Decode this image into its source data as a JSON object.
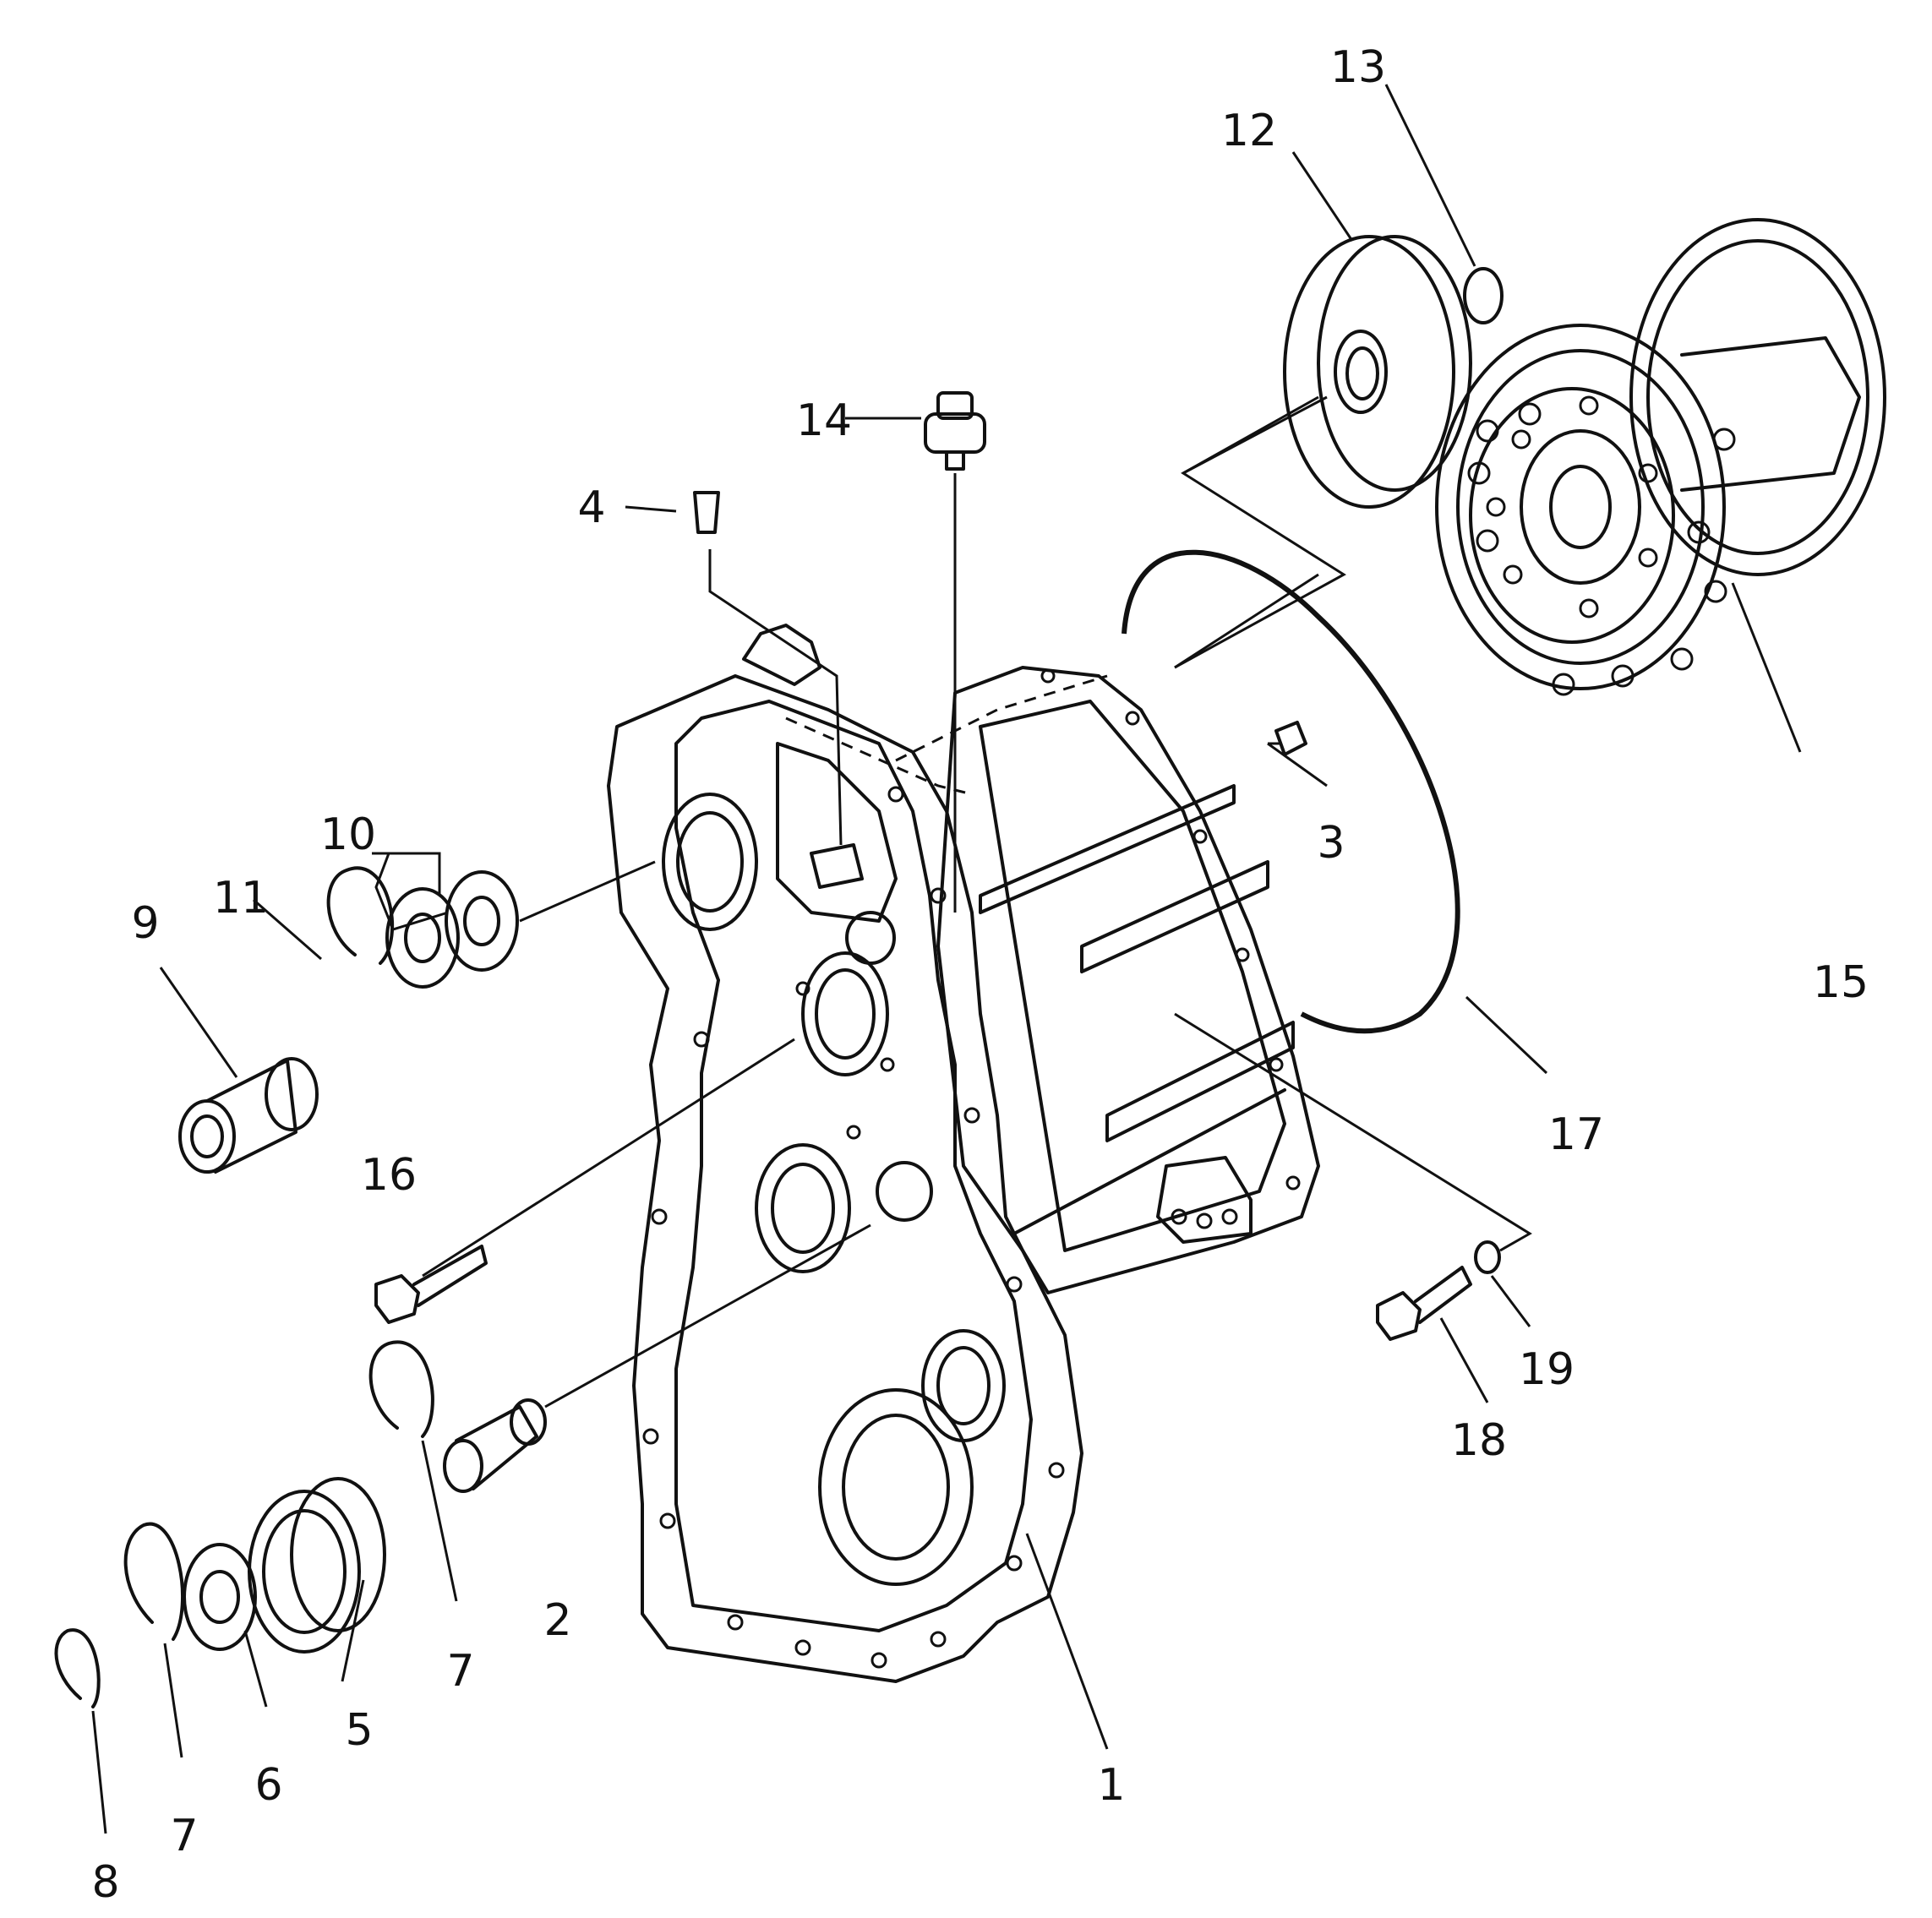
{
  "callouts": [
    {
      "key": "c1",
      "text": "1"
    },
    {
      "key": "c2",
      "text": "2"
    },
    {
      "key": "c3",
      "text": "3"
    },
    {
      "key": "c4",
      "text": "4"
    },
    {
      "key": "c5",
      "text": "5"
    },
    {
      "key": "c6",
      "text": "6"
    },
    {
      "key": "c7a",
      "text": "7"
    },
    {
      "key": "c7b",
      "text": "7"
    },
    {
      "key": "c8",
      "text": "8"
    },
    {
      "key": "c9",
      "text": "9"
    },
    {
      "key": "c10",
      "text": "10"
    },
    {
      "key": "c11",
      "text": "11"
    },
    {
      "key": "c12",
      "text": "12"
    },
    {
      "key": "c13",
      "text": "13"
    },
    {
      "key": "c14",
      "text": "14"
    },
    {
      "key": "c15",
      "text": "15"
    },
    {
      "key": "c16",
      "text": "16"
    },
    {
      "key": "c17",
      "text": "17"
    },
    {
      "key": "c18",
      "text": "18"
    },
    {
      "key": "c19",
      "text": "19"
    }
  ]
}
